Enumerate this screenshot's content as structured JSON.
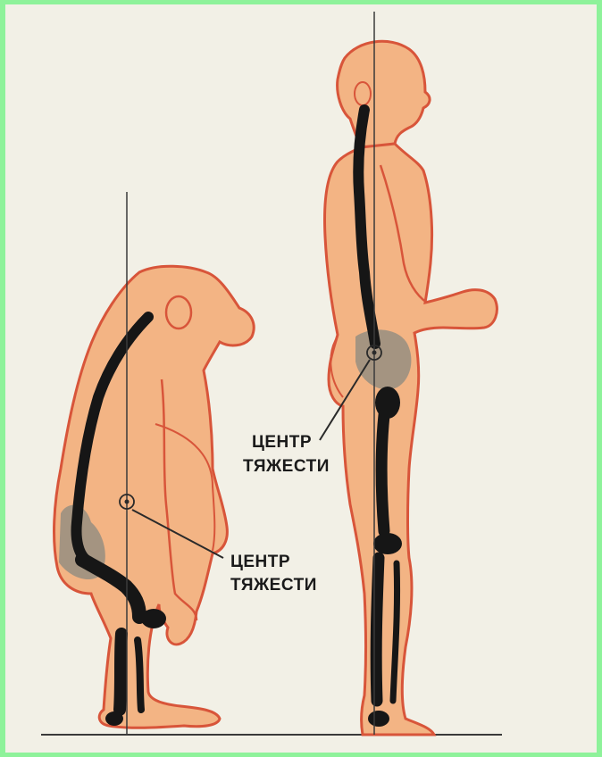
{
  "labels": {
    "ape_center_line1": "ЦЕНТР",
    "ape_center_line2": "ТЯЖЕСТИ",
    "human_center_line1": "ЦЕНТР",
    "human_center_line2": "ТЯЖЕСТИ"
  },
  "colors": {
    "background": "#f2f0e6",
    "border": "#8ef29a",
    "skin": "#f3b484",
    "outline": "#d8553a",
    "spine": "#161616",
    "shadow": "#8a8a80"
  }
}
